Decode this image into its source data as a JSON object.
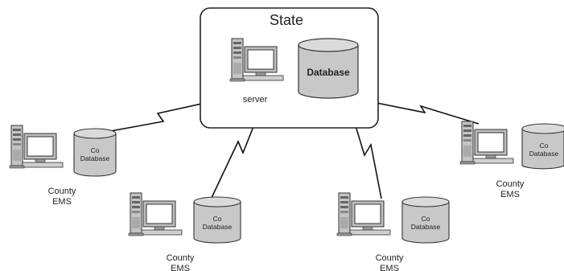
{
  "state": {
    "title": "State",
    "server_label": "server",
    "database_label": "Database"
  },
  "sites": [
    {
      "id": "left",
      "db_line1": "Co",
      "db_line2": "Database",
      "label1": "County",
      "label2": "EMS"
    },
    {
      "id": "bottom-left",
      "db_line1": "Co",
      "db_line2": "Database",
      "label1": "County",
      "label2": "EMS"
    },
    {
      "id": "bottom-right",
      "db_line1": "Co",
      "db_line2": "Database",
      "label1": "County",
      "label2": "EMS"
    },
    {
      "id": "right",
      "db_line1": "Co",
      "db_line2": "Database",
      "label1": "County",
      "label2": "EMS"
    }
  ],
  "colors": {
    "cylinder": "#c6c6c6",
    "cylinder_top": "#dcdcdc",
    "outline": "#333333",
    "screen": "#ffffff",
    "tower": "#bdbdbd"
  }
}
